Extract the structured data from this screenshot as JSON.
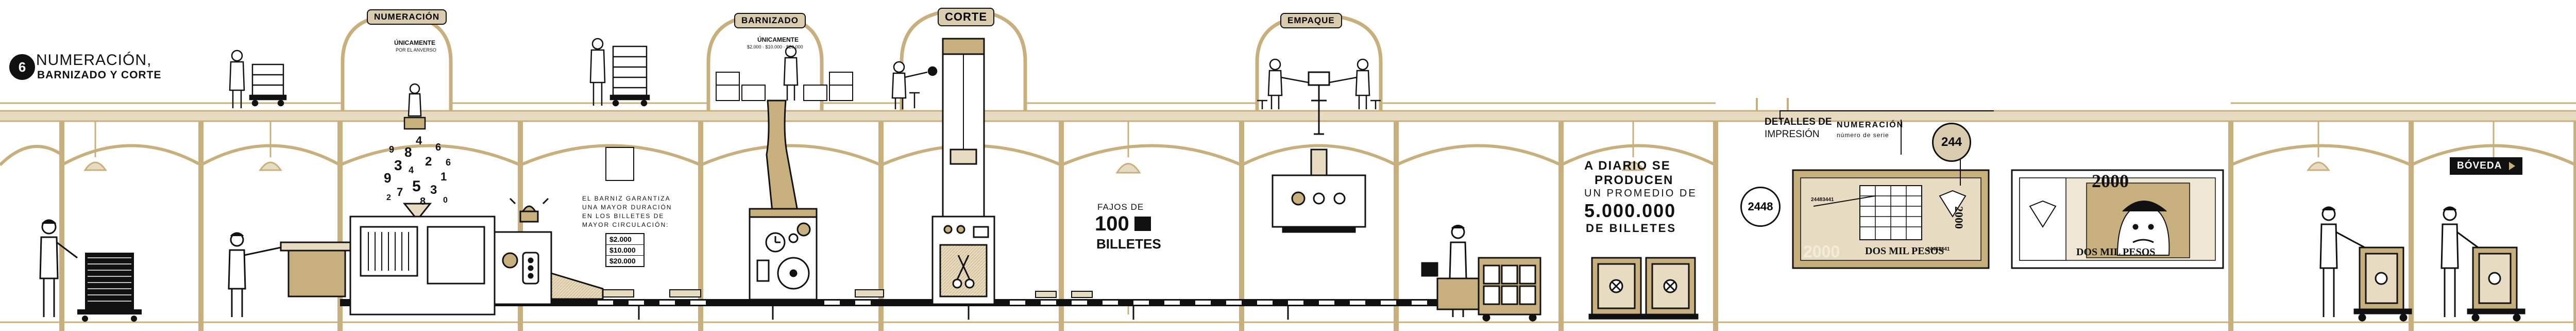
{
  "colors": {
    "accent": "#c8b07e",
    "accent_light": "#e7dcc2",
    "ink": "#111111",
    "bg": "#ffffff"
  },
  "section": {
    "number": "6",
    "title_line1": "NUMERACIÓN,",
    "title_line2": "BARNIZADO Y CORTE"
  },
  "stations": {
    "numeracion": {
      "label": "NUMERACIÓN",
      "note_line1": "ÚNICAMENTE",
      "note_line2": "POR EL ANVERSO"
    },
    "barnizado": {
      "label": "BARNIZADO",
      "note_line1": "ÚNICAMENTE",
      "note_line2": "$2.000 · $10.000 · $20.000"
    },
    "corte": {
      "label": "CORTE"
    },
    "empaque": {
      "label": "EMPAQUE"
    }
  },
  "number_cloud": [
    "8",
    "4",
    "3",
    "9",
    "2",
    "6",
    "5",
    "1",
    "7",
    "3",
    "4",
    "6",
    "9",
    "8",
    "2",
    "0"
  ],
  "varnish_text": {
    "lines": [
      "EL BARNIZ GARANTIZA",
      "UNA MAYOR DURACIÓN",
      "EN LOS BILLETES DE",
      "MAYOR CIRCULACIÓN:"
    ],
    "amounts": [
      "$2.000",
      "$10.000",
      "$20.000"
    ]
  },
  "bundles": {
    "prefix": "FAJOS DE",
    "count": "100",
    "suffix": "BILLETES"
  },
  "daily": {
    "line1": "A DIARIO SE",
    "line2": "PRODUCEN",
    "line3": "UN PROMEDIO DE",
    "number": "5.000.000",
    "line5": "DE BILLETES"
  },
  "print_details": {
    "title_line1": "DETALLES DE",
    "title_line2": "IMPRESIÓN",
    "numeracion_label": "NUMERACIÓN",
    "numeracion_sub": "número de serie",
    "serial_a": "244",
    "serial_b": "2448"
  },
  "banknote": {
    "denomination": "2000",
    "legend": "DOS MIL PESOS",
    "serial": "24483441"
  },
  "vault": {
    "label": "BÓVEDA"
  }
}
